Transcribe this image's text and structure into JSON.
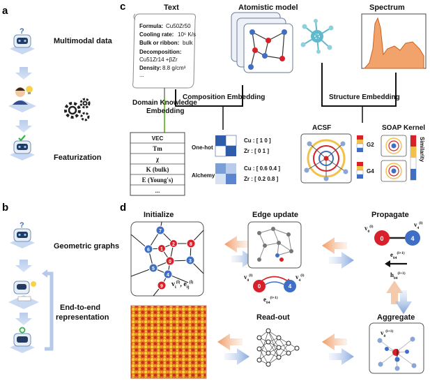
{
  "panels": {
    "a": "a",
    "b": "b",
    "c": "c",
    "d": "d"
  },
  "panel_a": {
    "multimodal": "Multimodal data",
    "featurization": "Featurization"
  },
  "panel_b": {
    "geometric": "Geometric graphs",
    "end_to_end_1": "End-to-end",
    "end_to_end_2": "representation"
  },
  "panel_c": {
    "text_title": "Text",
    "atomistic_title": "Atomistic model",
    "spectrum_title": "Spectrum",
    "scroll": {
      "formula_label": "Formula:",
      "formula_value": "Cu50Zr50",
      "cooling_label": "Cooling rate:",
      "cooling_value": "10⁶ K/s",
      "bulk_label": "Bulk or ribbon:",
      "bulk_value": "bulk",
      "decomp_label": "Decomposition:",
      "decomp_value": "Cu51Zr14 +βZr",
      "density_label": "Density:",
      "density_value": "8.8 g/cm³",
      "ellipsis": "..."
    },
    "composition_embedding": "Composition Embedding",
    "structure_embedding": "Structure Embedding",
    "domain_knowledge_1": "Domain Knowledge",
    "domain_knowledge_2": "Embedding",
    "table_rows": [
      "VEC",
      "Tm",
      "χ",
      "K (bulk)",
      "E (Young's)",
      "..."
    ],
    "one_hot": "One-hot",
    "alchemy": "Alchemy",
    "cu_onehot": "Cu : [ 1 0 ]",
    "zr_onehot": "Zr : [ 0 1 ]",
    "cu_alchemy": "Cu : [ 0.6 0.4 ]",
    "zr_alchemy": "Zr : [ 0.2 0.8 ]",
    "acsf": "ACSF",
    "soap": "SOAP Kernel",
    "g2": "G2",
    "g4": "G4",
    "similarity": "Similarity"
  },
  "panel_d": {
    "initialize": "Initialize",
    "edge_update": "Edge update",
    "propagate": "Propagate",
    "readout": "Read-out",
    "aggregate": "Aggregate",
    "node_numbers": [
      "7",
      "2",
      "8",
      "6",
      "1",
      "3",
      "0",
      "5",
      "4",
      "9"
    ],
    "v_label": "v",
    "e_label": "e",
    "node0": "0",
    "node4": "4"
  },
  "colors": {
    "red_node": "#d8202a",
    "blue_node": "#3e6fc4",
    "orange_arrow": "#f2b38a",
    "blue_arrow": "#a9c1e6",
    "spectrum_fill": "#f2a36b",
    "green_line": "#7ac143",
    "teal_icon": "#4fb3c6"
  },
  "icons": [
    "robot-question-icon",
    "scientist-icon",
    "gears-icon",
    "robot-check-icon",
    "molecule-icon",
    "neural-net-icon",
    "atom-cube-icon"
  ]
}
